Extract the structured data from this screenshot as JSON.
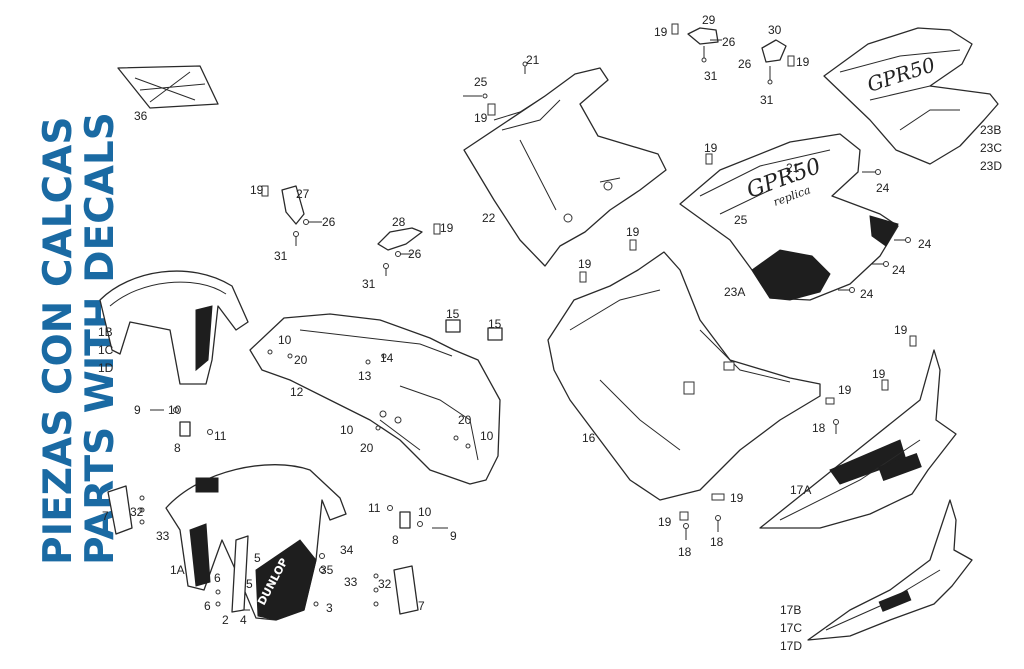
{
  "title": {
    "line1": "PIEZAS CON CALCAS",
    "line2": "PARTS WITH DECALS"
  },
  "decals": {
    "brand_fairing": "GPR50",
    "side_fairing": "GPR50",
    "side_fairing_sub": "replica",
    "fender_brand": "DUNLOP"
  },
  "labels": [
    "1A",
    "1B",
    "1C",
    "1D",
    "2",
    "3",
    "4",
    "5",
    "5",
    "6",
    "6",
    "7",
    "7",
    "8",
    "8",
    "9",
    "9",
    "10",
    "10",
    "10",
    "10",
    "10",
    "11",
    "11",
    "12",
    "13",
    "14",
    "15",
    "15",
    "16",
    "17A",
    "17B",
    "17C",
    "17D",
    "18",
    "18",
    "18",
    "19",
    "19",
    "19",
    "19",
    "19",
    "19",
    "19",
    "19",
    "19",
    "19",
    "19",
    "19",
    "19",
    "20",
    "20",
    "20",
    "21",
    "21",
    "22",
    "23A",
    "23B",
    "23C",
    "23D",
    "24",
    "24",
    "24",
    "24",
    "25",
    "25",
    "26",
    "26",
    "26",
    "26",
    "27",
    "28",
    "29",
    "30",
    "31",
    "31",
    "31",
    "31",
    "32",
    "32",
    "33",
    "33",
    "34",
    "35",
    "36"
  ]
}
